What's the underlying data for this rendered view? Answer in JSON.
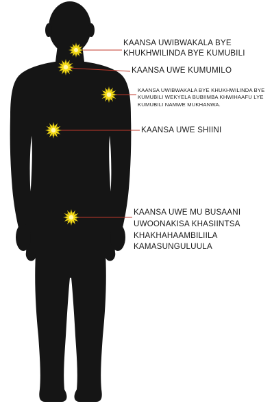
{
  "colors": {
    "silhouette": "#151515",
    "marker_fill": "#f7dd16",
    "marker_core": "#fff6a8",
    "leader_line": "#c0392b",
    "text": "#1a1a1a"
  },
  "labels": [
    {
      "id": "thyroid",
      "text": "KAANSA UWIBWAKALA BYE KHUKHWILINDA BYE KUMUBILI"
    },
    {
      "id": "throat",
      "text": "KAANSA UWE KUMUMILO"
    },
    {
      "id": "lymph",
      "text": "KAANSA UWIBWAKALA BYE KHUKHWILINDA BYE KUMUBILI WEKYELA BUBIIMBA KHWIHAAFU LYE KUMUBILI NAMWE MUKHANWA."
    },
    {
      "id": "breast",
      "text": "KAANSA UWE SHIINI"
    },
    {
      "id": "cervical",
      "text": "KAANSA UWE MU BUSAANI UWOONAKISA KHASIINTSA KHAKHAHAAMBILIILA KAMASUNGULUULA"
    }
  ]
}
